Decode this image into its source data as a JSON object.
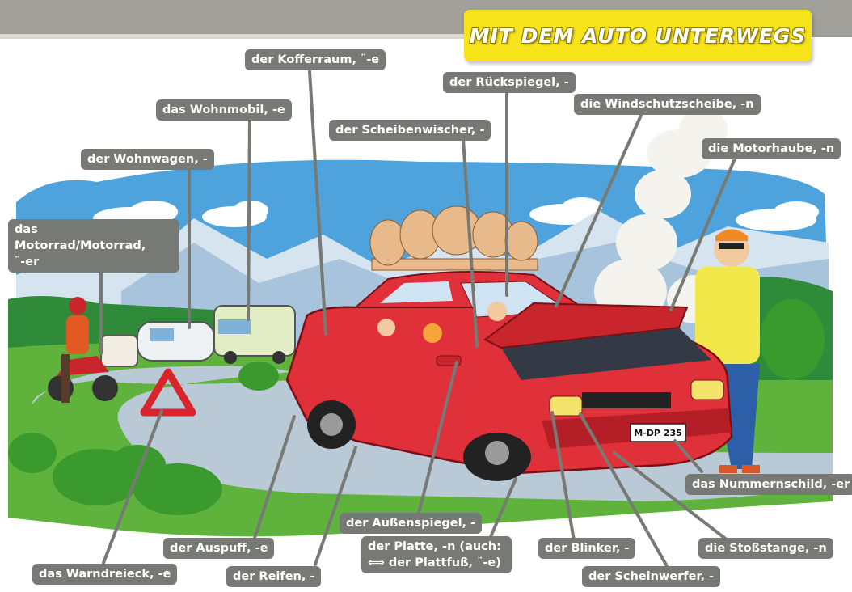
{
  "title": "MIT DEM AUTO UNTERWEGS",
  "labels": {
    "kofferraum": "der Kofferraum, ¨-e",
    "rueckspiegel": "der Rückspiegel, -",
    "windschutzscheibe": "die Windschutzscheibe, -n",
    "wohnmobil": "das Wohnmobil, -e",
    "scheibenwischer": "der Scheibenwischer, -",
    "motorhaube": "die Motorhaube, -n",
    "wohnwagen": "der Wohnwagen, -",
    "motorrad_line1": "das Motorrad/Motorrad,",
    "motorrad_line2": "¨-er",
    "nummernschild": "das Nummernschild, -er",
    "aussenspiegel": "der Außenspiegel, -",
    "platte_line1": "der Platte, -n (auch:",
    "platte_line2": "⟺ der Plattfuß, ¨-e)",
    "auspuff": "der Auspuff, -e",
    "blinker": "der Blinker, -",
    "stossstange": "die Stoßstange, -n",
    "warndreieck": "das Warndreieck, -e",
    "reifen": "der Reifen, -",
    "scheinwerfer": "der Scheinwerfer, -"
  },
  "license_plate": "M-DP 235",
  "colors": {
    "label_bg": "#777a74",
    "title_bg": "#f7e319",
    "car": "#e0303a",
    "sky": "#4fa3dc",
    "grass": "#5fb33c",
    "road": "#b9c9d6",
    "leader": "#777a74"
  },
  "icons": [
    "warning-triangle-icon",
    "smoke-cloud-icon",
    "roof-luggage-icon"
  ]
}
